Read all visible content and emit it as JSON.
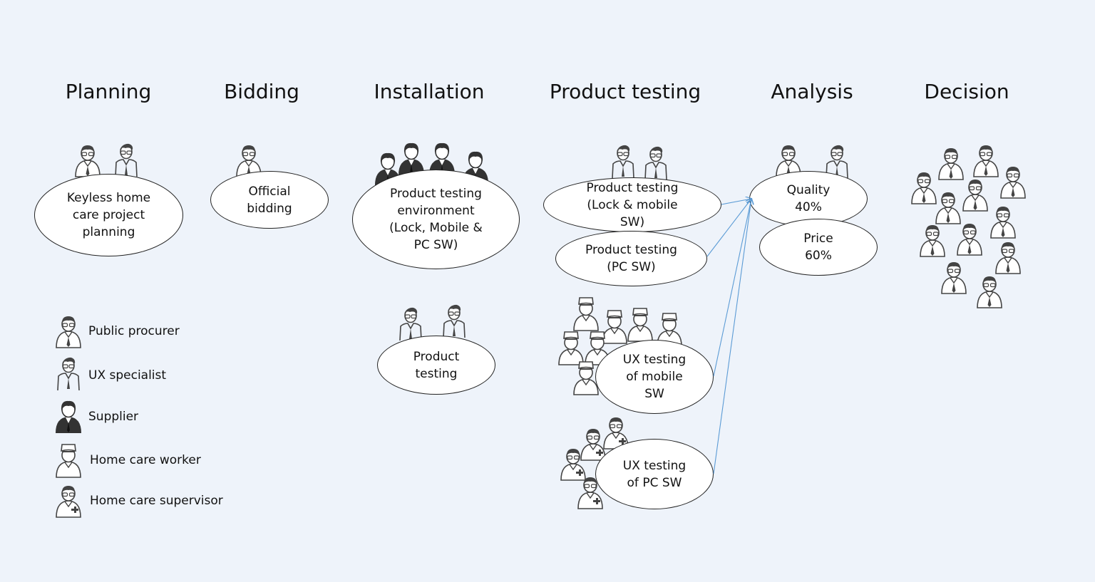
{
  "phases": {
    "planning": "Planning",
    "bidding": "Bidding",
    "installation": "Installation",
    "product_testing": "Product testing",
    "analysis": "Analysis",
    "decision": "Decision"
  },
  "activities": {
    "project_planning": "Keyless home\ncare project\nplanning",
    "official_bidding": "Official\nbidding",
    "test_environment": "Product testing\nenvironment\n(Lock, Mobile &\nPC SW)",
    "installation_testing": "Product\ntesting",
    "testing_lock_mobile": "Product testing\n(Lock & mobile\nSW)",
    "testing_pc": "Product testing\n(PC SW)",
    "ux_mobile": "UX testing\nof mobile\nSW",
    "ux_pc": "UX testing\nof PC SW",
    "quality": "Quality\n40%",
    "price": "Price\n60%"
  },
  "legend": {
    "public_procurer": "Public procurer",
    "ux_specialist": "UX specialist",
    "supplier": "Supplier",
    "home_care_worker": "Home care worker",
    "home_care_supervisor": "Home care supervisor"
  },
  "colors": {
    "background": "#eef3fa",
    "arrow": "#5b9bd5",
    "icon": "#444444"
  }
}
